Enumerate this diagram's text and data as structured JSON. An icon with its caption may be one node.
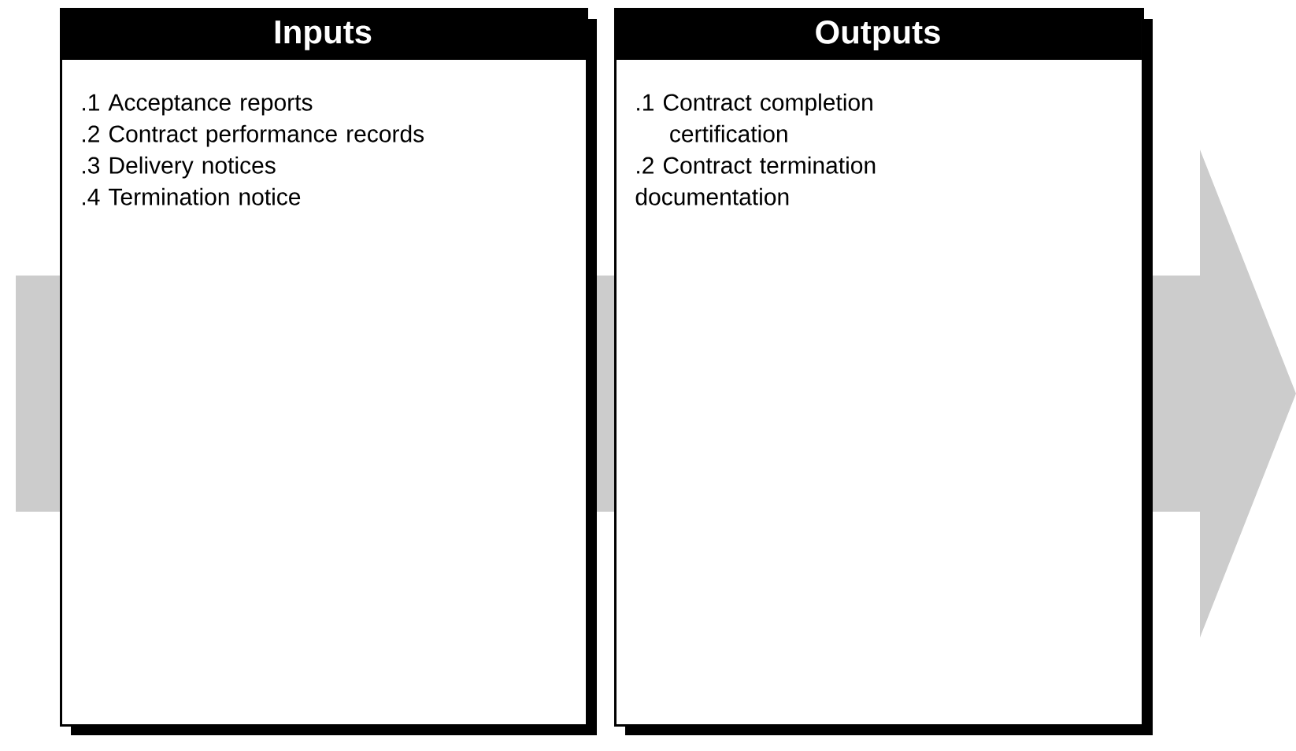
{
  "diagram": {
    "nodes": [
      {
        "text": [
          "Inputs",
          ".1 Acceptance reports",
          ".2 Contract performance records",
          ".3 Delivery notices",
          ".4 Termination notice"
        ]
      },
      {
        "text": [
          "Outputs",
          ".1 Contract completion certification",
          ".2 Contract termination documentation"
        ]
      }
    ]
  }
}
